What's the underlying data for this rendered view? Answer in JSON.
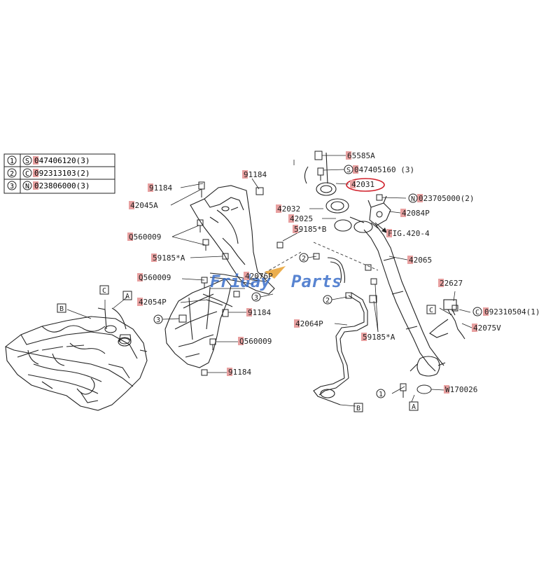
{
  "legend": [
    {
      "num": "1",
      "prefix": "S",
      "part": "047406120(3)"
    },
    {
      "num": "2",
      "prefix": "C",
      "part": "092313103(2)"
    },
    {
      "num": "3",
      "prefix": "N",
      "part": "023806000(3)"
    }
  ],
  "parts": {
    "p65585A": "65585A",
    "p047405160": "047405160 (3)",
    "p42031": "42031",
    "p023705000": "023705000(2)",
    "p42032": "42032",
    "p42084P": "42084P",
    "p42025": "42025",
    "pFIG420": "FIG.420-4",
    "p59185B": "59185*B",
    "p42065": "42065",
    "p91184a": "91184",
    "p91184b": "91184",
    "p42045A": "42045A",
    "pQ560009a": "Q560009",
    "p59185Aa": "59185*A",
    "pQ560009b": "Q560009",
    "p42076P": "42076P",
    "p42054P": "42054P",
    "p91184c": "91184",
    "pQ560009c": "Q560009",
    "p91184d": "91184",
    "p42064P": "42064P",
    "p59185Ab": "59185*A",
    "p22627": "22627",
    "p092310504": "092310504(1)",
    "p42075V": "42075V",
    "pW170026": "W170026"
  },
  "callouts": {
    "c1": "1",
    "c2a": "2",
    "c2b": "2",
    "c3a": "3",
    "c3b": "3",
    "cS": "S",
    "cN": "N",
    "cC": "C"
  },
  "boxes": {
    "A1": "A",
    "A2": "A",
    "B1": "B",
    "B2": "B",
    "C1": "C",
    "C2": "C"
  },
  "watermark": {
    "friday": "Friday",
    "parts": "Parts"
  },
  "colors": {
    "line": "#222222",
    "label_marker": "#e8a0a0",
    "highlight": "#d0202a",
    "watermark": "#3b6fc9"
  }
}
